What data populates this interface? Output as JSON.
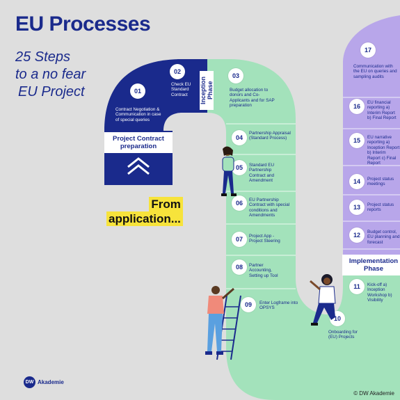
{
  "title": "EU Processes",
  "subtitle": [
    "25 Steps",
    "to a no fear",
    "EU Project"
  ],
  "phases": {
    "project_contract": "Project Contract preparation",
    "inception": "Inception Phase",
    "implementation": "Implementation Phase"
  },
  "callout": [
    "From",
    "application..."
  ],
  "steps": [
    {
      "num": "01",
      "text": "Contract Negotiation & Communication in case of special queries"
    },
    {
      "num": "02",
      "text": "Check EU Standard Contract"
    },
    {
      "num": "03",
      "text": "Budget allocation to donors and Co-Applicants and for SAP preparation"
    },
    {
      "num": "04",
      "text": "Partnership Appraisal (Standard Process)"
    },
    {
      "num": "05",
      "text": "Standard EU Partnership Contract and Amendment"
    },
    {
      "num": "06",
      "text": "EU Partnership Contract with special conditions and Amendments"
    },
    {
      "num": "07",
      "text": "Project App - Project Steering"
    },
    {
      "num": "08",
      "text": "Partner Accounting, Setting up Tool"
    },
    {
      "num": "09",
      "text": "Enter Logframe into OPSYS"
    },
    {
      "num": "10",
      "text": "Onboarding for (EU) Projects"
    },
    {
      "num": "11",
      "text": "Kick-off a) Inception Workshop b) Visibility"
    },
    {
      "num": "12",
      "text": "Budget control, EU planning and forecast"
    },
    {
      "num": "13",
      "text": "Project status reports"
    },
    {
      "num": "14",
      "text": "Project status meetings"
    },
    {
      "num": "15",
      "text": "EU narrative reporting a) Inception Report b) Interim Report c) Final Report"
    },
    {
      "num": "16",
      "text": "EU financial reporting a) Interim Report b) Final Report"
    },
    {
      "num": "17",
      "text": "Communication with the EU on queries and sampling audits"
    }
  ],
  "brand": {
    "logo": "DW",
    "name": "Akademie"
  },
  "copyright": "© DW Akademie",
  "colors": {
    "navy": "#1a2a8c",
    "green": "#a3e2bb",
    "purple": "#b8a6ea",
    "yellow": "#f7e33b",
    "background": "#dedede"
  }
}
